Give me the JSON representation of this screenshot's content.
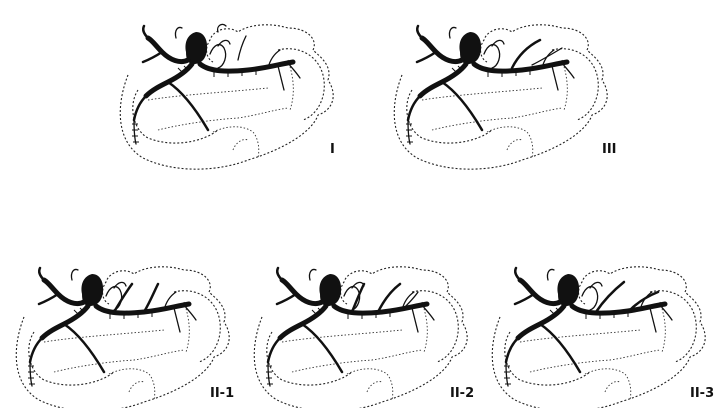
{
  "figure": {
    "panels": [
      {
        "id": "panel-1",
        "label": "I"
      },
      {
        "id": "panel-3",
        "label": "III"
      },
      {
        "id": "panel-2-1",
        "label": "II-1"
      },
      {
        "id": "panel-2-2",
        "label": "II-2"
      },
      {
        "id": "panel-2-3",
        "label": "II-3"
      }
    ]
  }
}
